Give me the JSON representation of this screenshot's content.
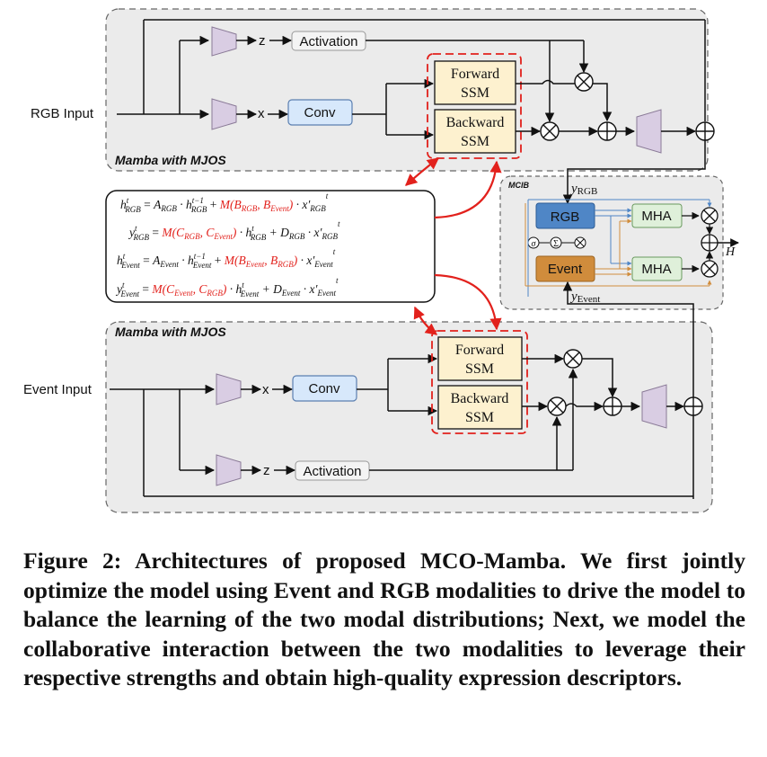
{
  "inputs": {
    "rgb": "RGB Input",
    "event": "Event Input"
  },
  "blocks": {
    "mamba_title": "Mamba with MJOS",
    "z": "z",
    "x": "x",
    "activation": "Activation",
    "conv": "Conv",
    "forward_ssm_l1": "Forward",
    "forward_ssm_l2": "SSM",
    "backward_ssm_l1": "Backward",
    "backward_ssm_l2": "SSM"
  },
  "mcib": {
    "title": "MCIB",
    "rgb": "RGB",
    "event": "Event",
    "mha": "MHA",
    "y_rgb_main": "y",
    "y_rgb_sub": "RGB",
    "y_event_main": "y",
    "y_event_sub": "Event",
    "output": "H"
  },
  "symbols": {
    "sigma": "σ",
    "sum": "Σ",
    "times": "×",
    "plus": "+"
  },
  "equations": {
    "e1": {
      "lhs": "h",
      "lhs_sup": "t",
      "lhs_sub": "RGB",
      "eq": " = ",
      "a": "A",
      "a_sub": "RGB",
      "dot1": " · h",
      "h_sup": "t−1",
      "h_sub": "RGB",
      "plus": " + ",
      "m": "M(B",
      "m_sub1": "RGB",
      "m_mid": ", B",
      "m_sub2": "Event",
      "m_end": ")",
      "tail": " · x′",
      "x_sub": "RGB",
      "x_sup": "t"
    },
    "e2": {
      "lhs": "y",
      "lhs_sup": "t",
      "lhs_sub": "RGB",
      "eq": " = ",
      "m": "M(C",
      "m_sub1": "RGB",
      "m_mid": ", C",
      "m_sub2": "Event",
      "m_end": ")",
      "dot1": " · h",
      "h_sup": "t",
      "h_sub": "RGB",
      "plus": " + D",
      "d_sub": "RGB",
      "tail": " · x′",
      "x_sub": "RGB",
      "x_sup": "t"
    },
    "e3": {
      "lhs": "h",
      "lhs_sup": "t",
      "lhs_sub": "Event",
      "eq": " = ",
      "a": "A",
      "a_sub": "Event",
      "dot1": " · h",
      "h_sup": "t−1",
      "h_sub": "Event",
      "plus": " + ",
      "m": "M(B",
      "m_sub1": "Event",
      "m_mid": ", B",
      "m_sub2": "RGB",
      "m_end": ")",
      "tail": " · x′",
      "x_sub": "Event",
      "x_sup": "t"
    },
    "e4": {
      "lhs": "y",
      "lhs_sup": "t",
      "lhs_sub": "Event",
      "eq": " = ",
      "m": "M(C",
      "m_sub1": "Event",
      "m_mid": ", C",
      "m_sub2": "RGB",
      "m_end": ")",
      "dot1": " · h",
      "h_sup": "t",
      "h_sub": "Event",
      "plus": " + D",
      "d_sub": "Event",
      "tail": " · x′",
      "x_sub": "Event",
      "x_sup": "t"
    }
  },
  "caption": "Figure 2: Architectures of proposed MCO-Mamba. We first jointly optimize the model using Event and RGB modalities to drive the model to balance the learning of the two modal distributions; Next, we model the collaborative interaction between the two modalities to leverage their respective strengths and obtain high-quality expression descriptors.",
  "colors": {
    "panel_fill": "#ebebeb",
    "ssm_fill": "#fdf1cf",
    "conv_fill": "#d7e8fb",
    "proj_fill": "#d9cde3",
    "red": "#e2211c",
    "rgb_fill": "#4f86c6",
    "event_fill": "#d08c3c",
    "mha_fill": "#dff0da"
  }
}
